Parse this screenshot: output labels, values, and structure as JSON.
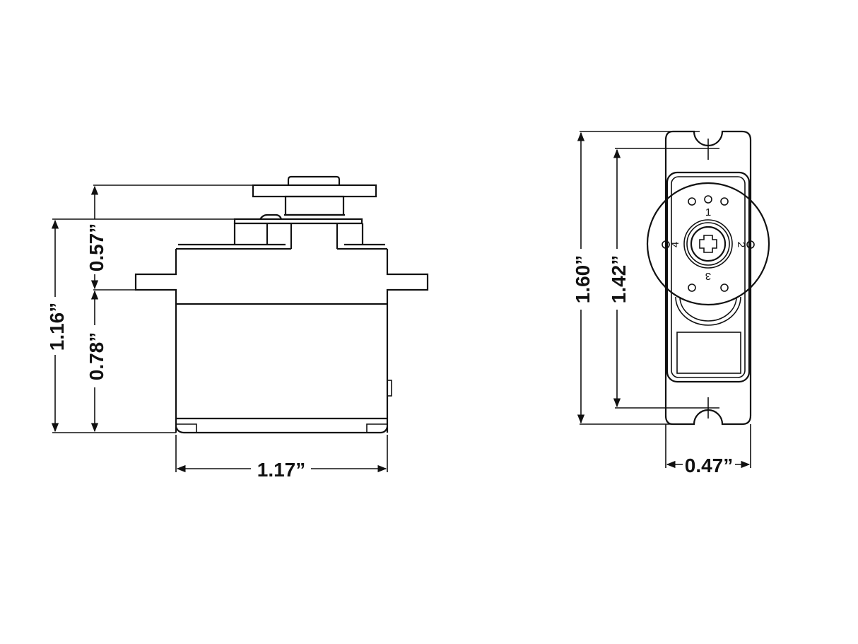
{
  "diagram": {
    "subject": "servo motor dimension drawing",
    "side_view": {
      "dimensions": {
        "total_height": "1.16”",
        "top_height": "0.57”",
        "bottom_height": "0.78”",
        "width": "1.17”"
      }
    },
    "front_view": {
      "dimensions": {
        "total_height": "1.60”",
        "mount_hole_spacing": "1.42”",
        "width": "0.47”"
      },
      "horn_labels": [
        "1",
        "2",
        "3",
        "4"
      ]
    }
  }
}
